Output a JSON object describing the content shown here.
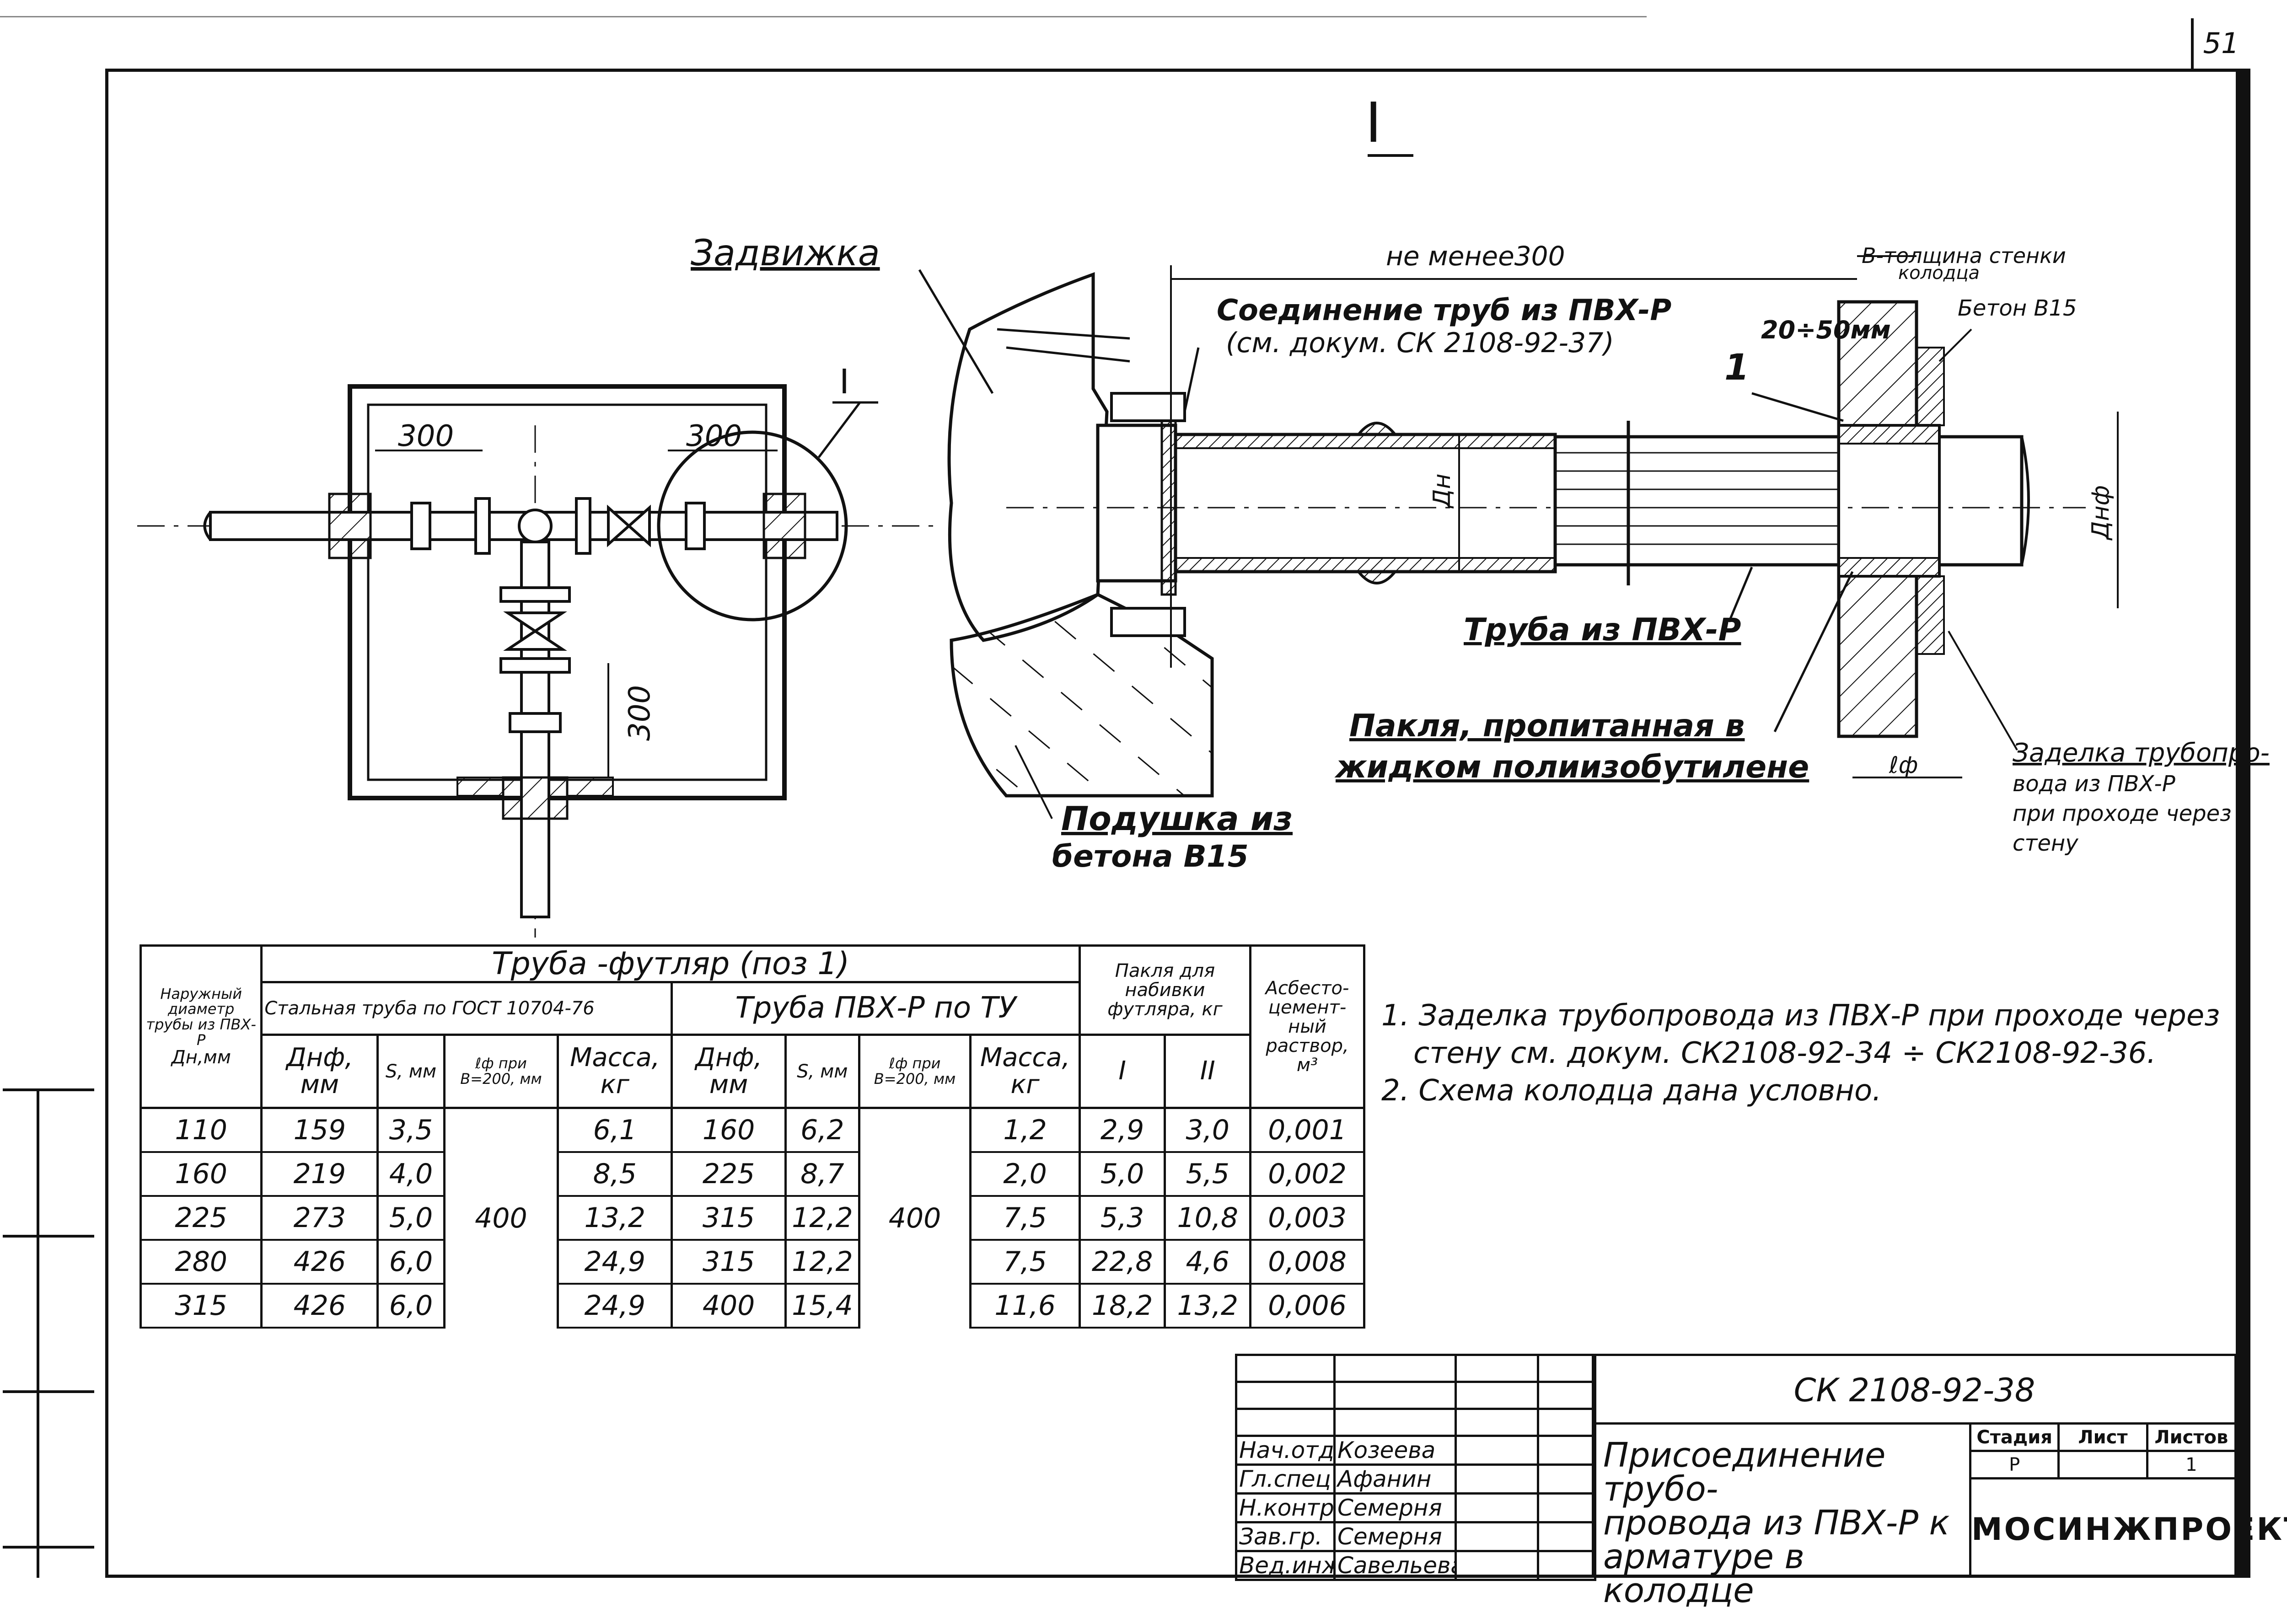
{
  "sheet_number": "51",
  "view_label": "I",
  "plan": {
    "dim_300_left": "300",
    "dim_300_right": "300",
    "dim_300_vertical": "300",
    "callout": "I"
  },
  "detail": {
    "zadvizhka": "Задвижка",
    "ne_menee": "не менее300",
    "soedinenie_line1": "Соединение труб из ПВХ-Р",
    "soedinenie_line2": "(см. докум. СК 2108-92-37)",
    "b_tolshchina_line1": "В-толщина стенки",
    "b_tolshchina_line2": "колодца",
    "beton": "Бетон В15",
    "gap": "20÷50мм",
    "pos1": "1",
    "dn": "Дн",
    "dnf": "Днф",
    "truba_pvh": "Труба из ПВХ-Р",
    "paklya_line1": "Пакля, пропитанная в",
    "paklya_line2": "жидком полиизобутилене",
    "lf": "ℓф",
    "podushka_line1": "Подушка из",
    "podushka_line2": "бетона В15",
    "zadelka_line1": "Заделка трубопро-",
    "zadelka_line2": "вода из ПВХ-Р",
    "zadelka_line3": "при проходе через",
    "zadelka_line4": "стену"
  },
  "table": {
    "h_outer_diam": "Наружный диаметр трубы из ПВХ-Р",
    "h_outer_diam_unit": "Дн,мм",
    "h_futlyar": "Труба -футляр (поз 1)",
    "h_steel": "Стальная труба по ГОСТ 10704-76",
    "h_pvh": "Труба ПВХ-Р по ТУ",
    "h_paklya": "Пакля для набивки футляра, кг",
    "h_asbest": "Асбесто-цемент-ный раствор,",
    "h_asbest_unit": "м³",
    "h_dnf": "Днф, мм",
    "h_s": "S, мм",
    "h_lf": "ℓф при В=200, мм",
    "h_mass": "Масса, кг",
    "h_I": "I",
    "h_II": "II",
    "lf_steel": "400",
    "lf_pvh": "400",
    "rows": [
      {
        "dn": "110",
        "st_dnf": "159",
        "st_s": "3,5",
        "st_mass": "6,1",
        "pv_dnf": "160",
        "pv_s": "6,2",
        "pv_mass": "1,2",
        "p1": "2,9",
        "p2": "3,0",
        "asb": "0,001"
      },
      {
        "dn": "160",
        "st_dnf": "219",
        "st_s": "4,0",
        "st_mass": "8,5",
        "pv_dnf": "225",
        "pv_s": "8,7",
        "pv_mass": "2,0",
        "p1": "5,0",
        "p2": "5,5",
        "asb": "0,002"
      },
      {
        "dn": "225",
        "st_dnf": "273",
        "st_s": "5,0",
        "st_mass": "13,2",
        "pv_dnf": "315",
        "pv_s": "12,2",
        "pv_mass": "7,5",
        "p1": "5,3",
        "p2": "10,8",
        "asb": "0,003"
      },
      {
        "dn": "280",
        "st_dnf": "426",
        "st_s": "6,0",
        "st_mass": "24,9",
        "pv_dnf": "315",
        "pv_s": "12,2",
        "pv_mass": "7,5",
        "p1": "22,8",
        "p2": "4,6",
        "asb": "0,008"
      },
      {
        "dn": "315",
        "st_dnf": "426",
        "st_s": "6,0",
        "st_mass": "24,9",
        "pv_dnf": "400",
        "pv_s": "15,4",
        "pv_mass": "11,6",
        "p1": "18,2",
        "p2": "13,2",
        "asb": "0,006"
      }
    ]
  },
  "notes": [
    "1. Заделка трубопровода из ПВХ-Р при проходе через",
    "стену см. докум. СК2108-92-34 ÷ СК2108-92-36.",
    "2. Схема колодца дана условно."
  ],
  "title_block": {
    "code": "СК 2108-92-38",
    "name_line1": "Присоединение трубо-",
    "name_line2": "провода из ПВХ-Р к",
    "name_line3": "арматуре в колодце",
    "stage_label": "Стадия",
    "sheet_label": "Лист",
    "sheets_label": "Листов",
    "stage_value": "Р",
    "sheets_value": "1",
    "org": "МОСИНЖПРОЕКТ",
    "signers": [
      {
        "role": "Нач.отд",
        "name": "Козеева"
      },
      {
        "role": "Гл.спец",
        "name": "Афанин"
      },
      {
        "role": "Н.контр.",
        "name": "Семерня"
      },
      {
        "role": "Зав.гр.",
        "name": "Семерня"
      },
      {
        "role": "Вед.инж",
        "name": "Савельева"
      }
    ]
  }
}
